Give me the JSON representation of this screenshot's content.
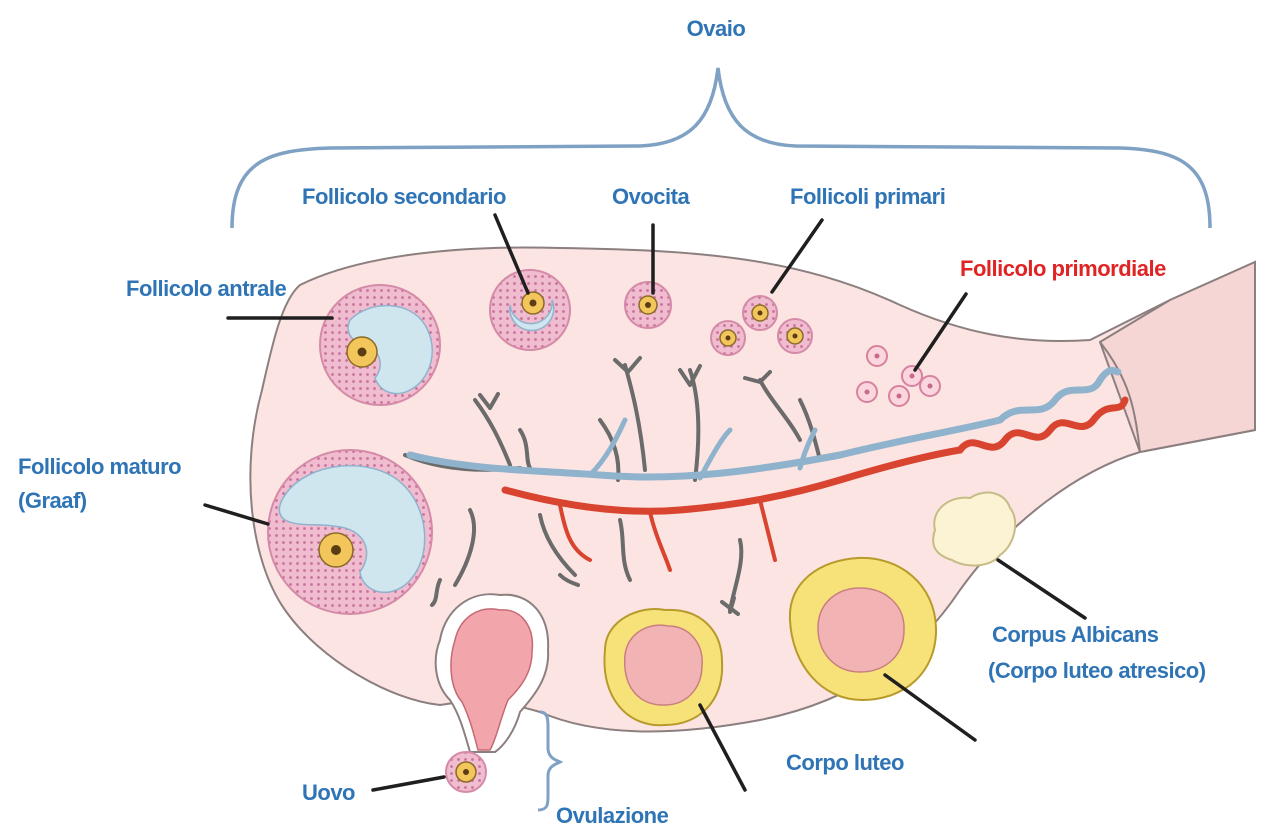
{
  "colors": {
    "label_blue": "#2f74b5",
    "label_red": "#e02424",
    "ovary_fill": "#fbe4e2",
    "ovary_stroke": "#8c7f7f",
    "vein": "#8fb3cc",
    "artery": "#d8442f",
    "nerve": "#6b6b6b",
    "follicle_pink": "#e9a7c0",
    "antrum": "#cfe6ef",
    "oocyte": "#f3c65c",
    "corpus_luteum": "#f7e27a",
    "albicans": "#fbf3d4"
  },
  "labels": {
    "ovaio": "Ovaio",
    "follicolo_secondario": "Follicolo secondario",
    "ovocita": "Ovocita",
    "follicoli_primari": "Follicoli primari",
    "follicolo_primordiale": "Follicolo primordiale",
    "follicolo_antrale": "Follicolo antrale",
    "follicolo_maturo_1": "Follicolo maturo",
    "follicolo_maturo_2": "(Graaf)",
    "corpus_albicans_1": "Corpus Albicans",
    "corpus_albicans_2": "(Corpo luteo atresico)",
    "corpo_luteo": "Corpo luteo",
    "uovo": "Uovo",
    "ovulazione": "Ovulazione"
  }
}
